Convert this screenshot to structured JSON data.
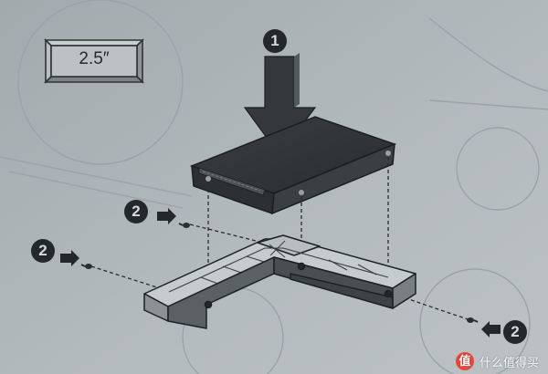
{
  "size_label": "2.5″",
  "steps": {
    "top": "1",
    "left_upper": "2",
    "left_lower": "2",
    "right": "2"
  },
  "watermark": {
    "logo_glyph": "值",
    "text": "什么值得买"
  }
}
